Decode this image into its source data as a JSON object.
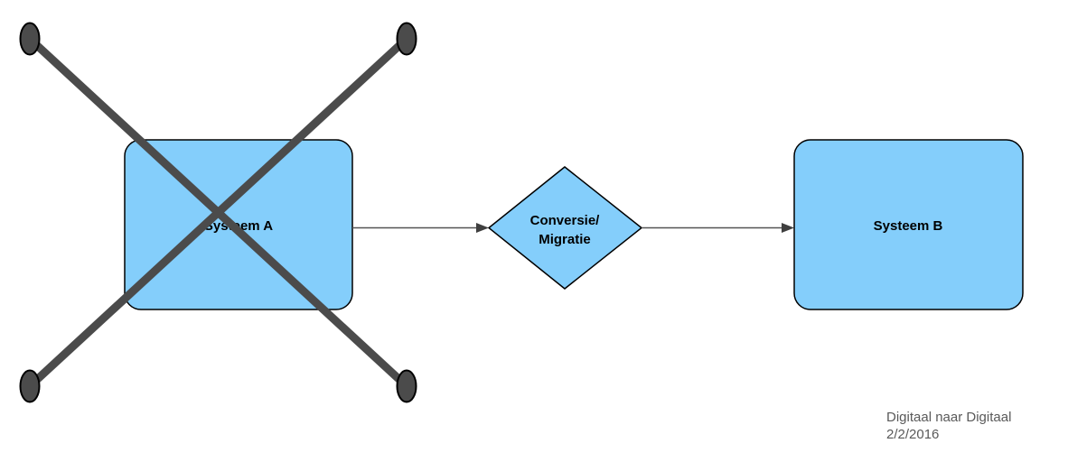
{
  "nodes": {
    "system_a": {
      "label": "Systeem A",
      "shape": "rounded-rect",
      "fill": "#84CEFB",
      "stroke": "#000000"
    },
    "conversie": {
      "label_line1": "Conversie/",
      "label_line2": "Migratie",
      "shape": "diamond",
      "fill": "#84CEFB",
      "stroke": "#000000"
    },
    "system_b": {
      "label": "Systeem B",
      "shape": "rounded-rect",
      "fill": "#84CEFB",
      "stroke": "#000000"
    }
  },
  "edges": [
    {
      "from": "system_a",
      "to": "conversie",
      "style": "arrow"
    },
    {
      "from": "conversie",
      "to": "system_b",
      "style": "arrow"
    }
  ],
  "cross": {
    "over": "system_a",
    "color": "#4B4B4B"
  },
  "footer": {
    "line1": "Digitaal naar Digitaal",
    "line2": "2/2/2016",
    "color": "#595959"
  }
}
